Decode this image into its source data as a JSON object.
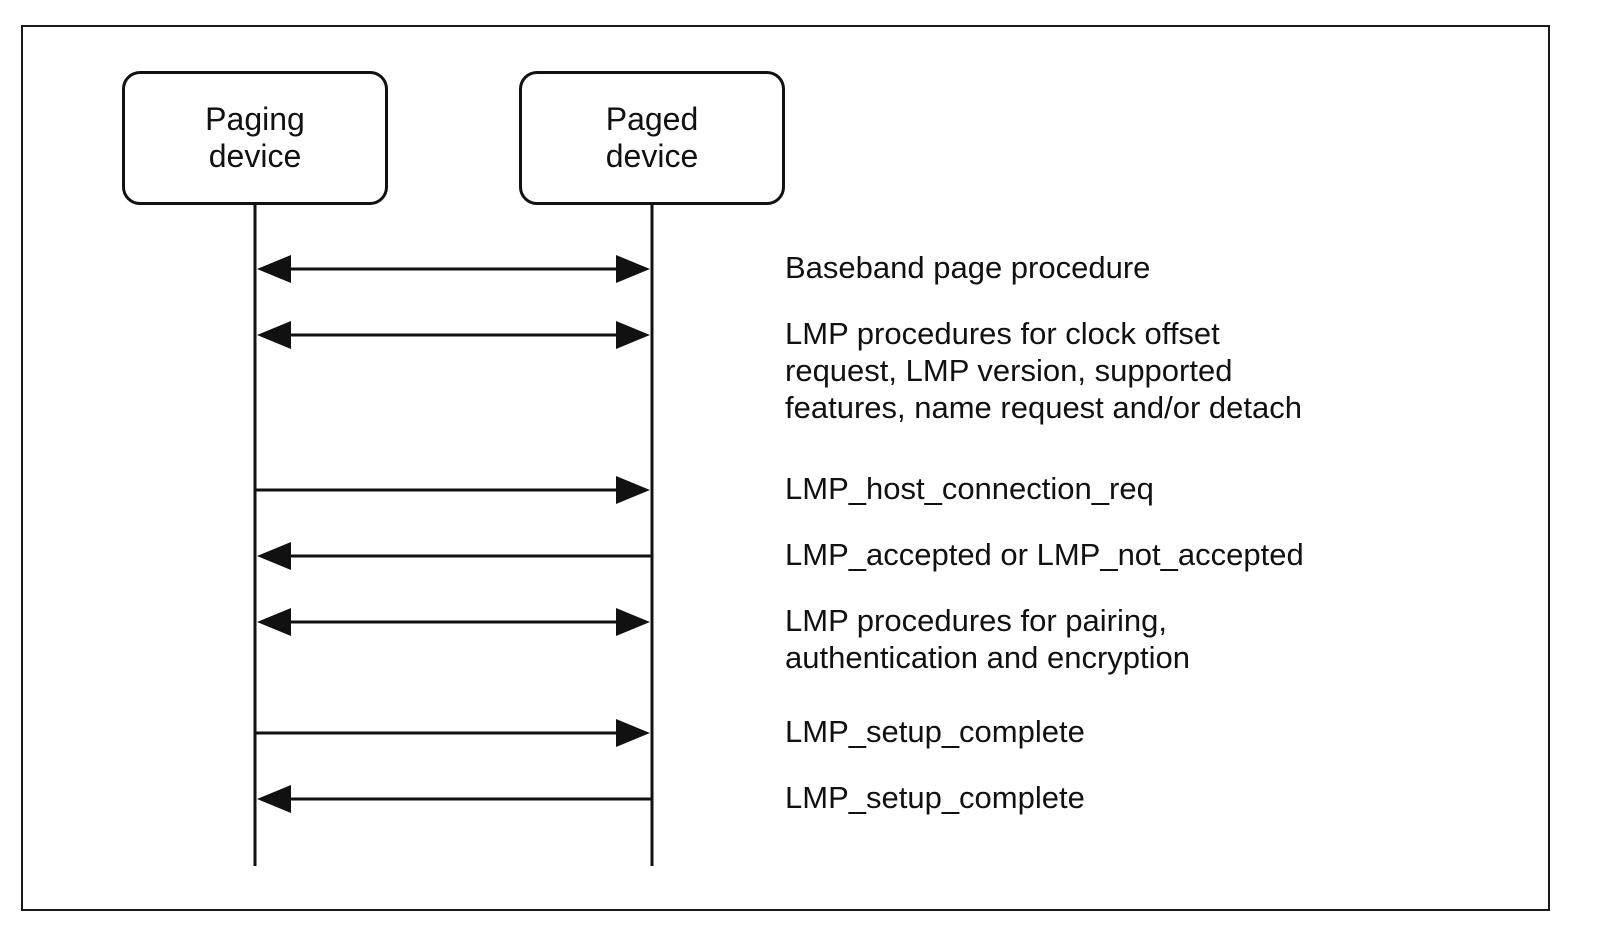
{
  "participants": [
    {
      "id": "paging",
      "label": "Paging\ndevice"
    },
    {
      "id": "paged",
      "label": "Paged\ndevice"
    }
  ],
  "messages": [
    {
      "label": "Baseband page procedure",
      "direction": "both"
    },
    {
      "label": "LMP procedures for clock offset\nrequest, LMP version, supported\nfeatures, name request and/or detach",
      "direction": "both"
    },
    {
      "label": "LMP_host_connection_req",
      "direction": "to-paged"
    },
    {
      "label": "LMP_accepted or LMP_not_accepted",
      "direction": "to-paging"
    },
    {
      "label": "LMP procedures for pairing,\nauthentication and encryption",
      "direction": "both"
    },
    {
      "label": "LMP_setup_complete",
      "direction": "to-paged"
    },
    {
      "label": "LMP_setup_complete",
      "direction": "to-paging"
    }
  ],
  "colors": {
    "stroke": "#111111",
    "background": "#ffffff"
  }
}
